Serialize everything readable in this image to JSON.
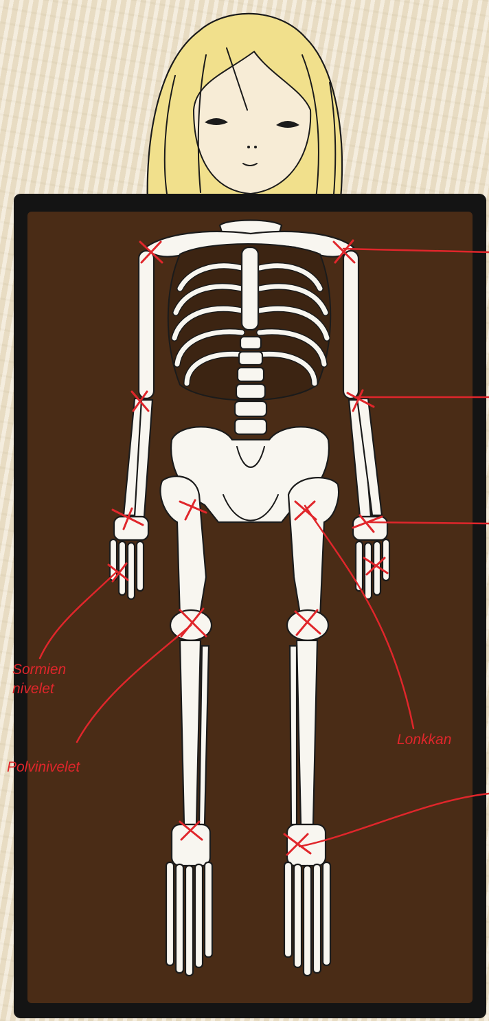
{
  "labels": {
    "fingers_line1": "Sormien",
    "fingers_line2": "nivelet",
    "hip": "Lonkkan",
    "knee": "Polvinivelet"
  },
  "colors": {
    "background": "#efe4cc",
    "board_fill": "#4a2c16",
    "board_frame": "#141414",
    "bone": "#f8f6f0",
    "annotation": "#e0262b",
    "hair": "#f1e08c",
    "skin": "#f7ecd6"
  }
}
